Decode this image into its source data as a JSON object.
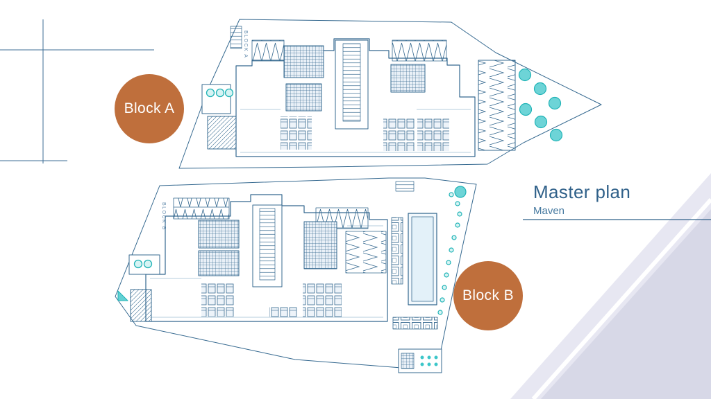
{
  "title_block": {
    "title": "Master plan",
    "subtitle": "Maven"
  },
  "badges": {
    "block_a": "Block A",
    "block_b": "Block B"
  },
  "plan_labels": {
    "block_a": "BLOCK A",
    "block_b": "BLOCK B"
  },
  "colors": {
    "accent_orange": "#bf6f3c",
    "plan_blue": "#34688f",
    "teal": "#1fb3b6",
    "lavender_light": "#e7e7f2",
    "lavender": "#d7d8e7",
    "title_blue": "#2f6089"
  }
}
